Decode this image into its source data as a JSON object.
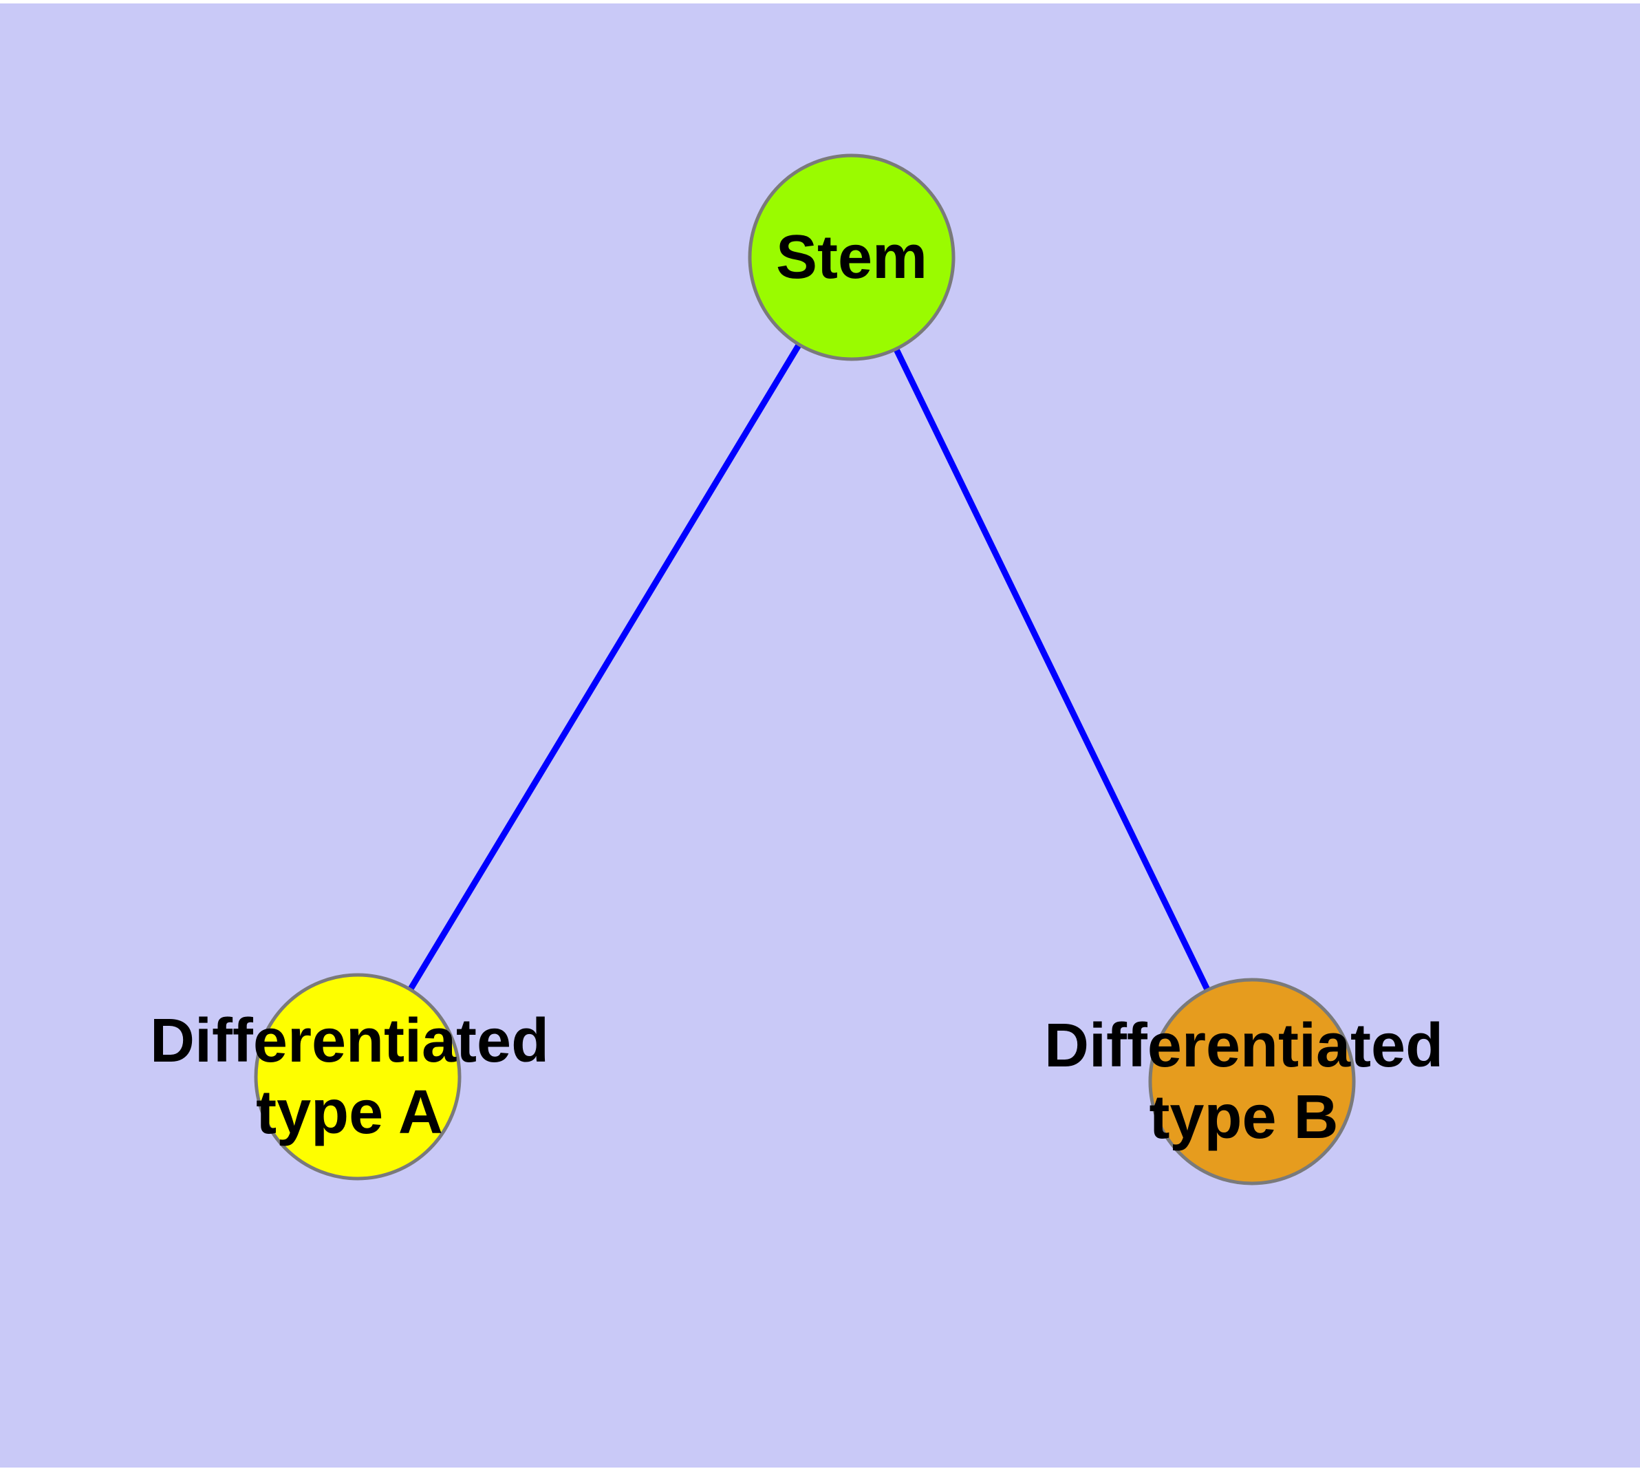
{
  "diagram": {
    "background_color": "#c9c9f7",
    "page_edge_color": "#ffffff",
    "edge_color": "#0000ff",
    "node_border_color": "#7a7a7a",
    "label_color": "#000000",
    "nodes": {
      "stem": {
        "label": "Stem",
        "color": "#9afb00"
      },
      "type_a": {
        "line1": "Differentiated",
        "line2": "type A",
        "color": "#fefe00"
      },
      "type_b": {
        "line1": "Differentiated",
        "line2": "type B",
        "color": "#e69c1e"
      }
    },
    "edges": [
      {
        "from": "Stem",
        "to": "Differentiated type A"
      },
      {
        "from": "Stem",
        "to": "Differentiated type B"
      }
    ]
  }
}
